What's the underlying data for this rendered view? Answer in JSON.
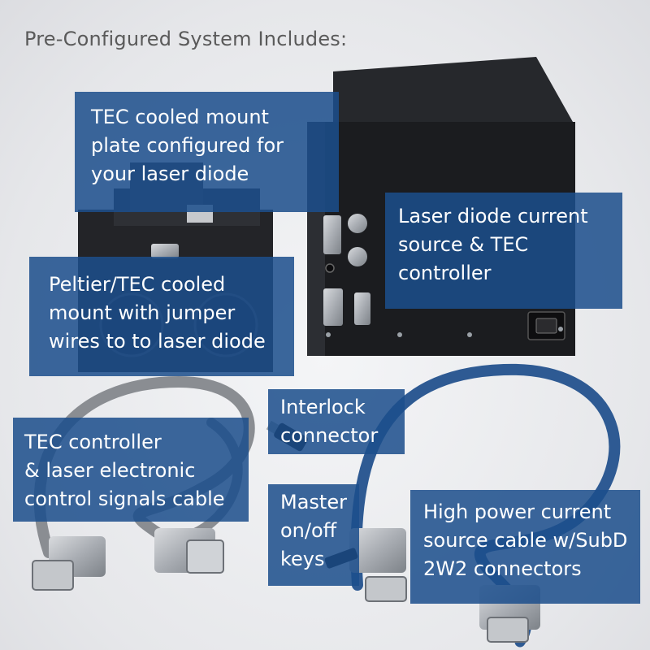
{
  "heading": "Pre-Configured System Includes:",
  "callouts": {
    "tec_plate": [
      "TEC cooled mount",
      "plate configured for",
      "your laser diode"
    ],
    "current_source": [
      "Laser diode current",
      "source & TEC",
      "controller"
    ],
    "peltier": [
      "Peltier/TEC cooled",
      "mount with jumper",
      "wires to to laser diode"
    ],
    "tec_cable": [
      "TEC controller",
      "& laser electronic",
      "control signals cable"
    ],
    "interlock": [
      "Interlock",
      "connector"
    ],
    "master": [
      "Master",
      "on/off",
      "keys"
    ],
    "hp_cable": [
      "High power current",
      "source cable w/SubD",
      "2W2 connectors"
    ]
  },
  "colors": {
    "callout_bg": "#1c4e8c",
    "heading_text": "#5a5a5a",
    "cable_blue": "#2e5a93",
    "cable_gray": "#8a8d92"
  }
}
